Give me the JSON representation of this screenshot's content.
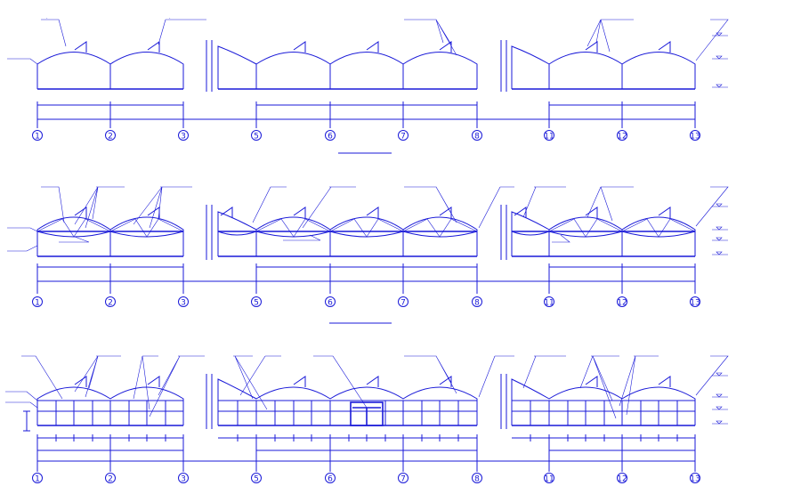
{
  "drawings": [
    {
      "id": "elev1",
      "title": "",
      "axes": [
        "1",
        "2",
        "3",
        "5",
        "6",
        "7",
        "8",
        "11",
        "12",
        "13"
      ],
      "dims_upper": [
        "",
        "",
        "",
        "",
        "",
        "",
        ""
      ],
      "dims_total": "",
      "levels": [
        "",
        "",
        "",
        ""
      ]
    },
    {
      "id": "elev2",
      "title": "",
      "axes": [
        "1",
        "2",
        "3",
        "5",
        "6",
        "7",
        "8",
        "11",
        "12",
        "13"
      ],
      "dims_upper": [
        "",
        "",
        "",
        "",
        "",
        "",
        ""
      ],
      "dims_total": "",
      "levels": [
        "",
        "",
        "",
        ""
      ]
    },
    {
      "id": "elev3",
      "title": "",
      "axes": [
        "1",
        "2",
        "3",
        "5",
        "6",
        "7",
        "8",
        "11",
        "12",
        "13"
      ],
      "dims_upper": [
        "",
        "",
        "",
        "",
        "",
        "",
        ""
      ],
      "dims_total": "",
      "levels": [
        "",
        "",
        "",
        ""
      ]
    }
  ],
  "colors": {
    "line": "#1a1ad8",
    "background": "#ffffff"
  }
}
